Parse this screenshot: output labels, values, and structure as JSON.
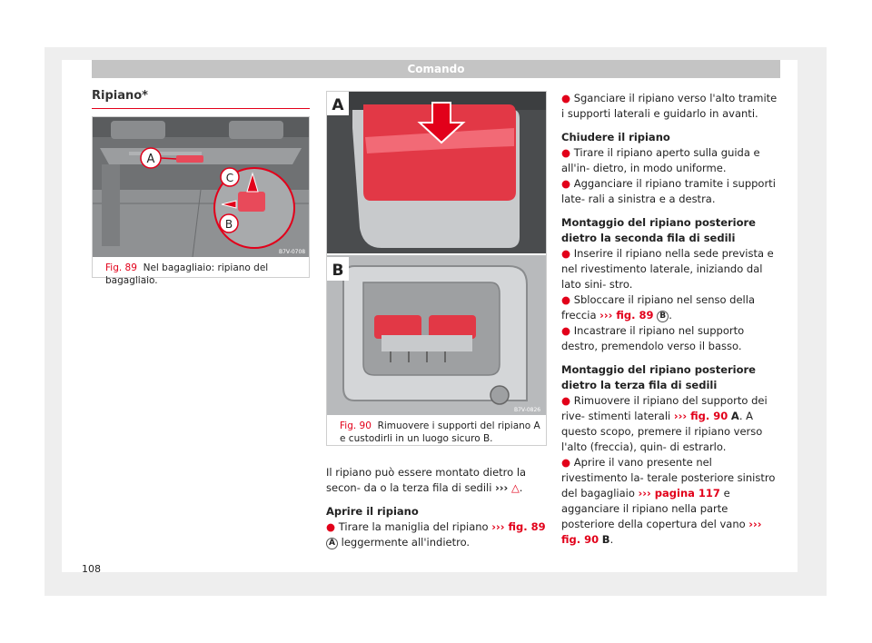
{
  "header": "Comando",
  "section_title": "Ripiano*",
  "fig89": {
    "num": "Fig. 89",
    "caption": "Nel bagagliaio: ripiano del bagagliaio.",
    "code": "B7V-0708",
    "labels": [
      "A",
      "C",
      "B"
    ]
  },
  "fig90": {
    "num": "Fig. 90",
    "caption": "Rimuovere i supporti del ripiano A e custodirli in un luogo sicuro B.",
    "code": "B7V-0826",
    "panel_a": "A",
    "panel_b": "B"
  },
  "mid": {
    "intro": "Il ripiano può essere montato dietro la secon- da o la terza fila di sedili",
    "arrows": "›››",
    "h_open": "Aprire il ripiano",
    "open_1": "Tirare la maniglia del ripiano",
    "open_1_ref": "fig. 89",
    "open_1_circ": "A",
    "open_1_tail": "leggermente all'indietro."
  },
  "right": {
    "b1": "Sganciare il ripiano verso l'alto tramite i supporti laterali e guidarlo in avanti.",
    "h_close": "Chiudere il ripiano",
    "b2": "Tirare il ripiano aperto sulla guida e all'in- dietro, in modo uniforme.",
    "b3": "Agganciare il ripiano tramite i supporti late- rali a sinistra e a destra.",
    "h_mount2": "Montaggio del ripiano posteriore dietro la seconda fila di sedili",
    "b4": "Inserire il ripiano nella sede prevista e nel rivestimento laterale, iniziando dal lato sini- stro.",
    "b5_a": "Sbloccare il ripiano nel senso della freccia",
    "b5_ref": "fig. 89",
    "b5_circ": "B",
    "b6": "Incastrare il ripiano nel supporto destro, premendolo verso il basso.",
    "h_mount3": "Montaggio del ripiano posteriore dietro la terza fila di sedili",
    "b7_a": "Rimuovere il ripiano del supporto dei rive- stimenti laterali",
    "b7_ref": "fig. 90",
    "b7_bold": "A",
    "b7_b": ". A questo scopo, premere il ripiano verso l'alto (freccia), quin- di estrarlo.",
    "b8_a": "Aprire il vano presente nel rivestimento la- terale posteriore sinistro del bagagliaio",
    "b8_ref": "pagina 117",
    "b8_b": "e agganciare il ripiano nella parte posteriore della copertura del vano",
    "b8_ref2": "fig. 90",
    "b8_bold": "B"
  },
  "page_number": "108"
}
